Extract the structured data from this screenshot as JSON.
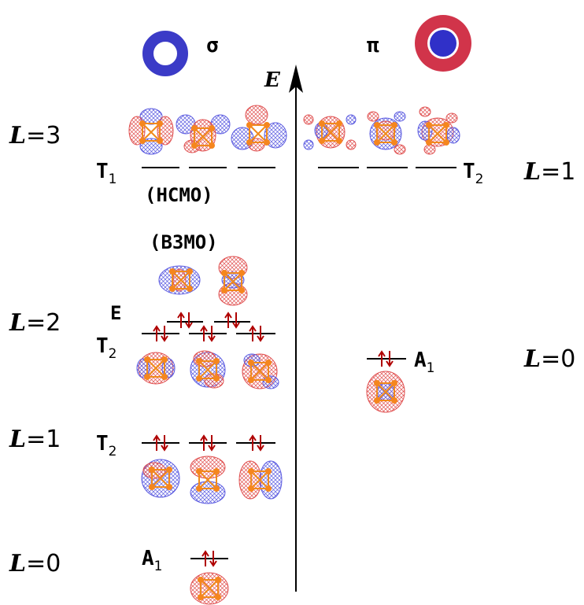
{
  "symbols": {
    "sigma": "σ",
    "pi": "π",
    "axis": "E"
  },
  "colors": {
    "sigma_ring": "#3b3bc7",
    "pi_ring": "#d1344a",
    "pi_core": "#3030c8",
    "arrow": "#b00000",
    "orbital_blue": "#5a5ae0",
    "orbital_red": "#e05050",
    "bond": "#f08a1c"
  },
  "left": {
    "L3": {
      "lvl": "L",
      "eq": "=3"
    },
    "L2": {
      "lvl": "L",
      "eq": "=2"
    },
    "L1": {
      "lvl": "L",
      "eq": "=1"
    },
    "L0": {
      "lvl": "L",
      "eq": "=0"
    }
  },
  "right": {
    "L1": {
      "lvl": "L",
      "eq": "=1"
    },
    "L0": {
      "lvl": "L",
      "eq": "=0"
    }
  },
  "terms": {
    "T1": {
      "main": "T",
      "sub": "1"
    },
    "T2_top": {
      "main": "T",
      "sub": "2"
    },
    "E": "E",
    "T2_mid": {
      "main": "T",
      "sub": "2"
    },
    "T2_low": {
      "main": "T",
      "sub": "2"
    },
    "A1_left": {
      "main": "A",
      "sub": "1"
    },
    "A1_right": {
      "main": "A",
      "sub": "1"
    }
  },
  "notes": {
    "lumo": "(НСМО)",
    "homo": "(ВЗМО)"
  }
}
